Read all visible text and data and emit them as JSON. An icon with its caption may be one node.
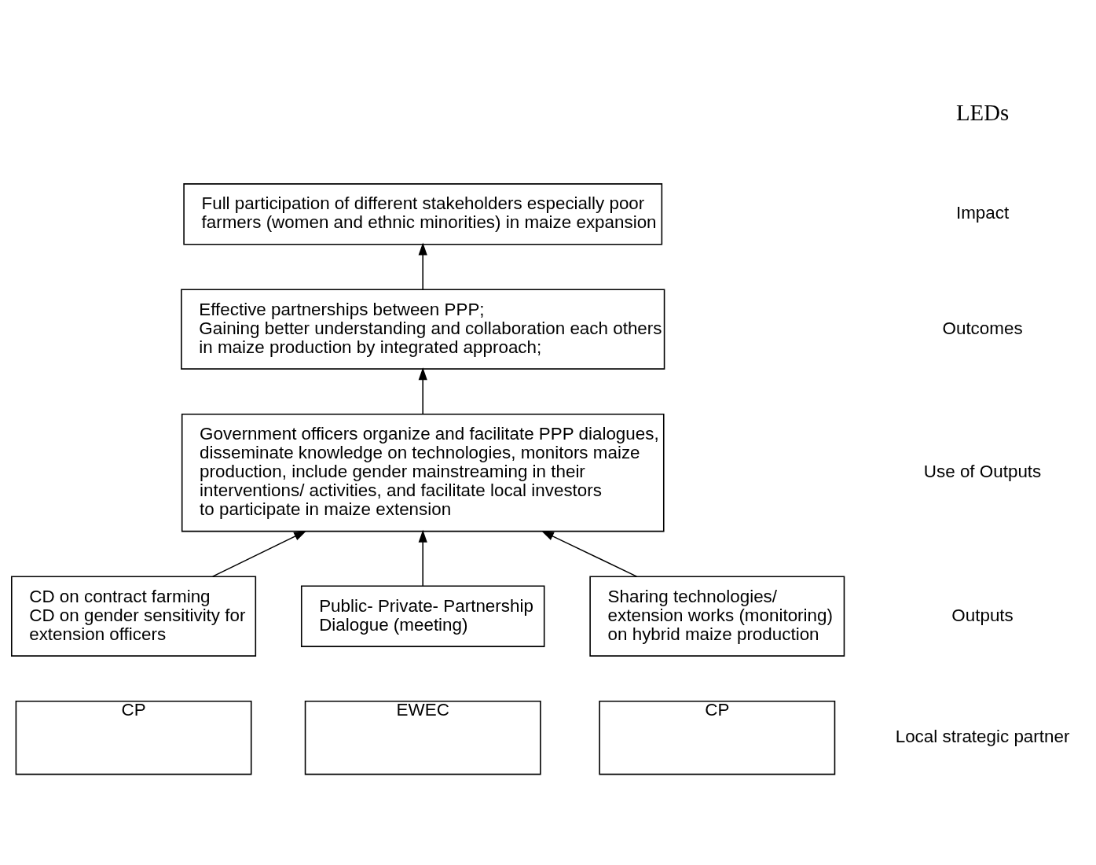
{
  "diagram": {
    "nodes": [
      {
        "text": [
          "Full participation of different stakeholders especially poor farmers (women and ethnic minorities) in maize expansion"
        ]
      },
      {
        "text": [
          "Effective partnerships between PPP;",
          "Gaining better understanding and collaboration each others in maize production by integrated approach;"
        ]
      },
      {
        "text": [
          "Government officers organize and facilitate PPP dialogues, disseminate knowledge on technologies, monitors maize production, include gender mainstreaming in their interventions/ activities, and facilitate local investors to participate in maize extension"
        ]
      },
      {
        "text": [
          "CD on contract farming",
          "CD on gender sensitivity for extension officers"
        ]
      },
      {
        "text": [
          "Public- Private- Partnership Dialogue (meeting)"
        ]
      },
      {
        "text": [
          "Sharing technologies/ extension works (monitoring) on hybrid maize production"
        ]
      },
      {
        "text": [
          "CP"
        ]
      },
      {
        "text": [
          "EWEC"
        ]
      },
      {
        "text": [
          "CP"
        ]
      }
    ],
    "edges": [
      {
        "from": 1,
        "to": 0,
        "arrow": "to"
      },
      {
        "from": 2,
        "to": 1,
        "arrow": "to"
      },
      {
        "from": 3,
        "to": 2,
        "arrow": "to"
      },
      {
        "from": 4,
        "to": 2,
        "arrow": "to"
      },
      {
        "from": 5,
        "to": 2,
        "arrow": "to"
      }
    ],
    "labels": [
      "LEDs",
      "Impact",
      "Outcomes",
      "Use of Outputs",
      "Outputs",
      "Local strategic partner"
    ]
  }
}
